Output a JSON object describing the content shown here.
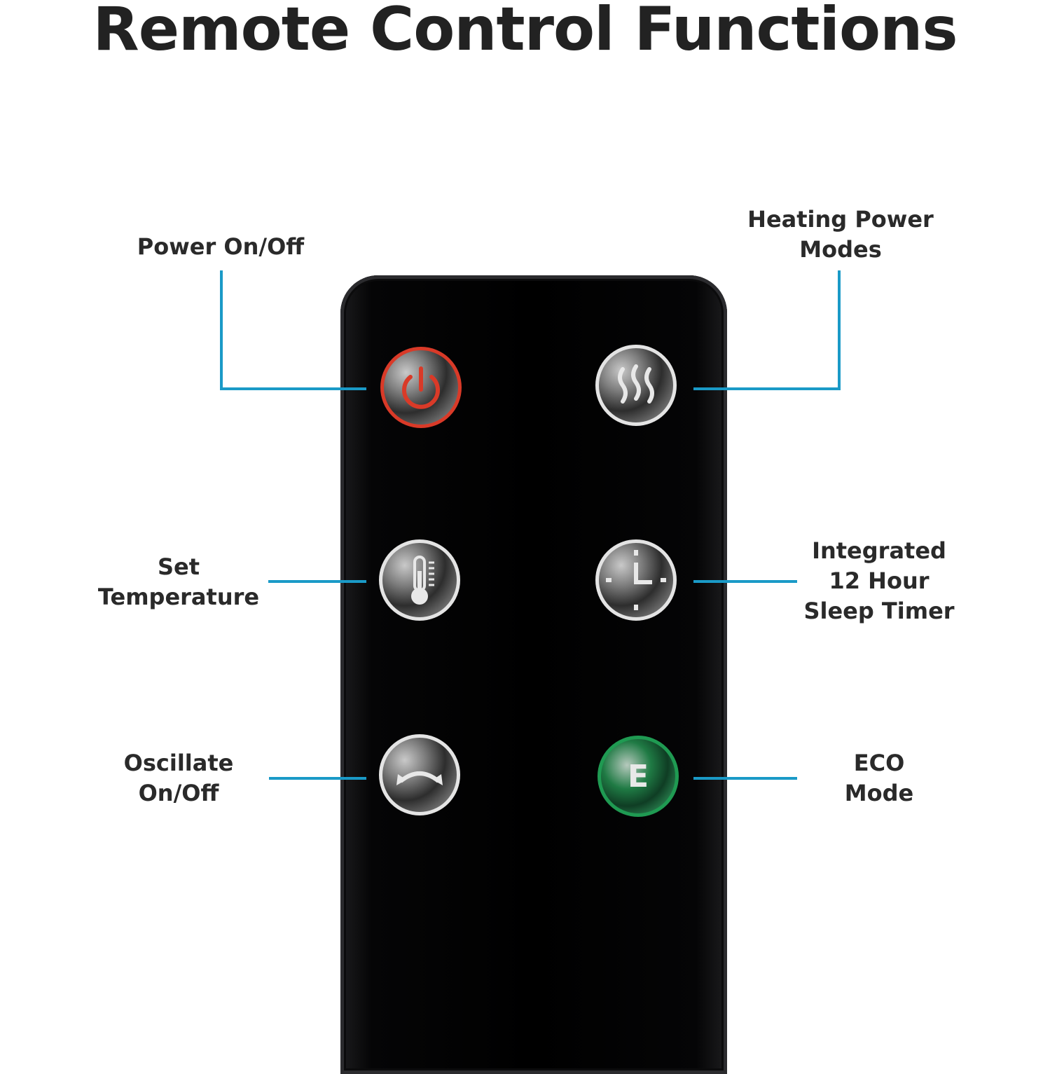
{
  "title": "Remote Control Functions",
  "colors": {
    "leader": "#1a9ac7",
    "power": "#d93a28",
    "eco": "#1f9a52",
    "ring": "#e4e4e4"
  },
  "labels": {
    "power": [
      "Power On/Off"
    ],
    "heating": [
      "Heating Power",
      "Modes"
    ],
    "temperature": [
      "Set",
      "Temperature"
    ],
    "timer": [
      "Integrated",
      "12 Hour",
      "Sleep Timer"
    ],
    "oscillate": [
      "Oscillate",
      "On/Off"
    ],
    "eco": [
      "ECO",
      "Mode"
    ]
  },
  "buttons": [
    {
      "id": "power",
      "icon": "power-icon"
    },
    {
      "id": "heating",
      "icon": "heat-waves-icon"
    },
    {
      "id": "temperature",
      "icon": "thermometer-icon"
    },
    {
      "id": "timer",
      "icon": "clock-icon"
    },
    {
      "id": "oscillate",
      "icon": "oscillate-arrow-icon"
    },
    {
      "id": "eco",
      "icon": "eco-e-icon",
      "glyph": "E"
    }
  ]
}
